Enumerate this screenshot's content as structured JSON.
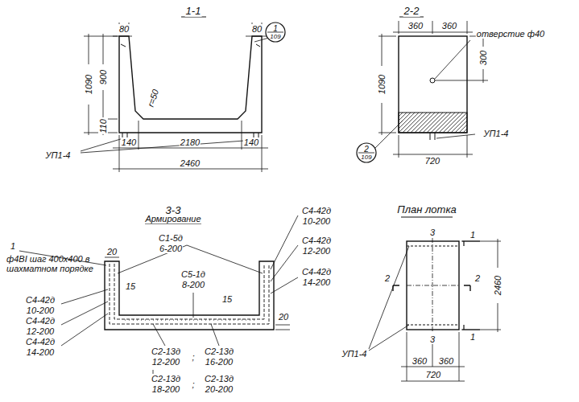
{
  "diagram": {
    "nodes": [
      {
        "text": [
          "1",
          "109"
        ]
      },
      {
        "text": [
          "2",
          "109"
        ]
      }
    ],
    "labels": [
      "1-1",
      "80",
      "80",
      "1090",
      "900",
      "110",
      "r=50",
      "УП1-4",
      "140",
      "2180",
      "140",
      "2460",
      "2-2",
      "360",
      "360",
      "отверстие ф40",
      "300",
      "1090",
      "УП1-4",
      "720",
      "3-3",
      "Армирование",
      "1",
      "ф4ВI шаг 400х400 в шахматном порядке",
      "20",
      "С1-5д",
      "6-200",
      "15",
      "С5-1д",
      "8-200",
      "15",
      "20",
      "С4-42д",
      "10-200",
      "С4-42д",
      "12-200",
      "С4-42д",
      "14-200",
      "С4-42д",
      "10-200",
      "С4-42д",
      "12-200",
      "С4-42д",
      "14-200",
      "С2-13д",
      "12-200",
      ";",
      "С2-13д",
      "16-200",
      "С2-13д",
      "18-200",
      ";",
      "С2-13д",
      "20-200",
      "План лотка",
      "3",
      "3",
      "1",
      "1",
      "2",
      "2",
      "2460",
      "УП1-4",
      "360",
      "360",
      "720"
    ]
  }
}
